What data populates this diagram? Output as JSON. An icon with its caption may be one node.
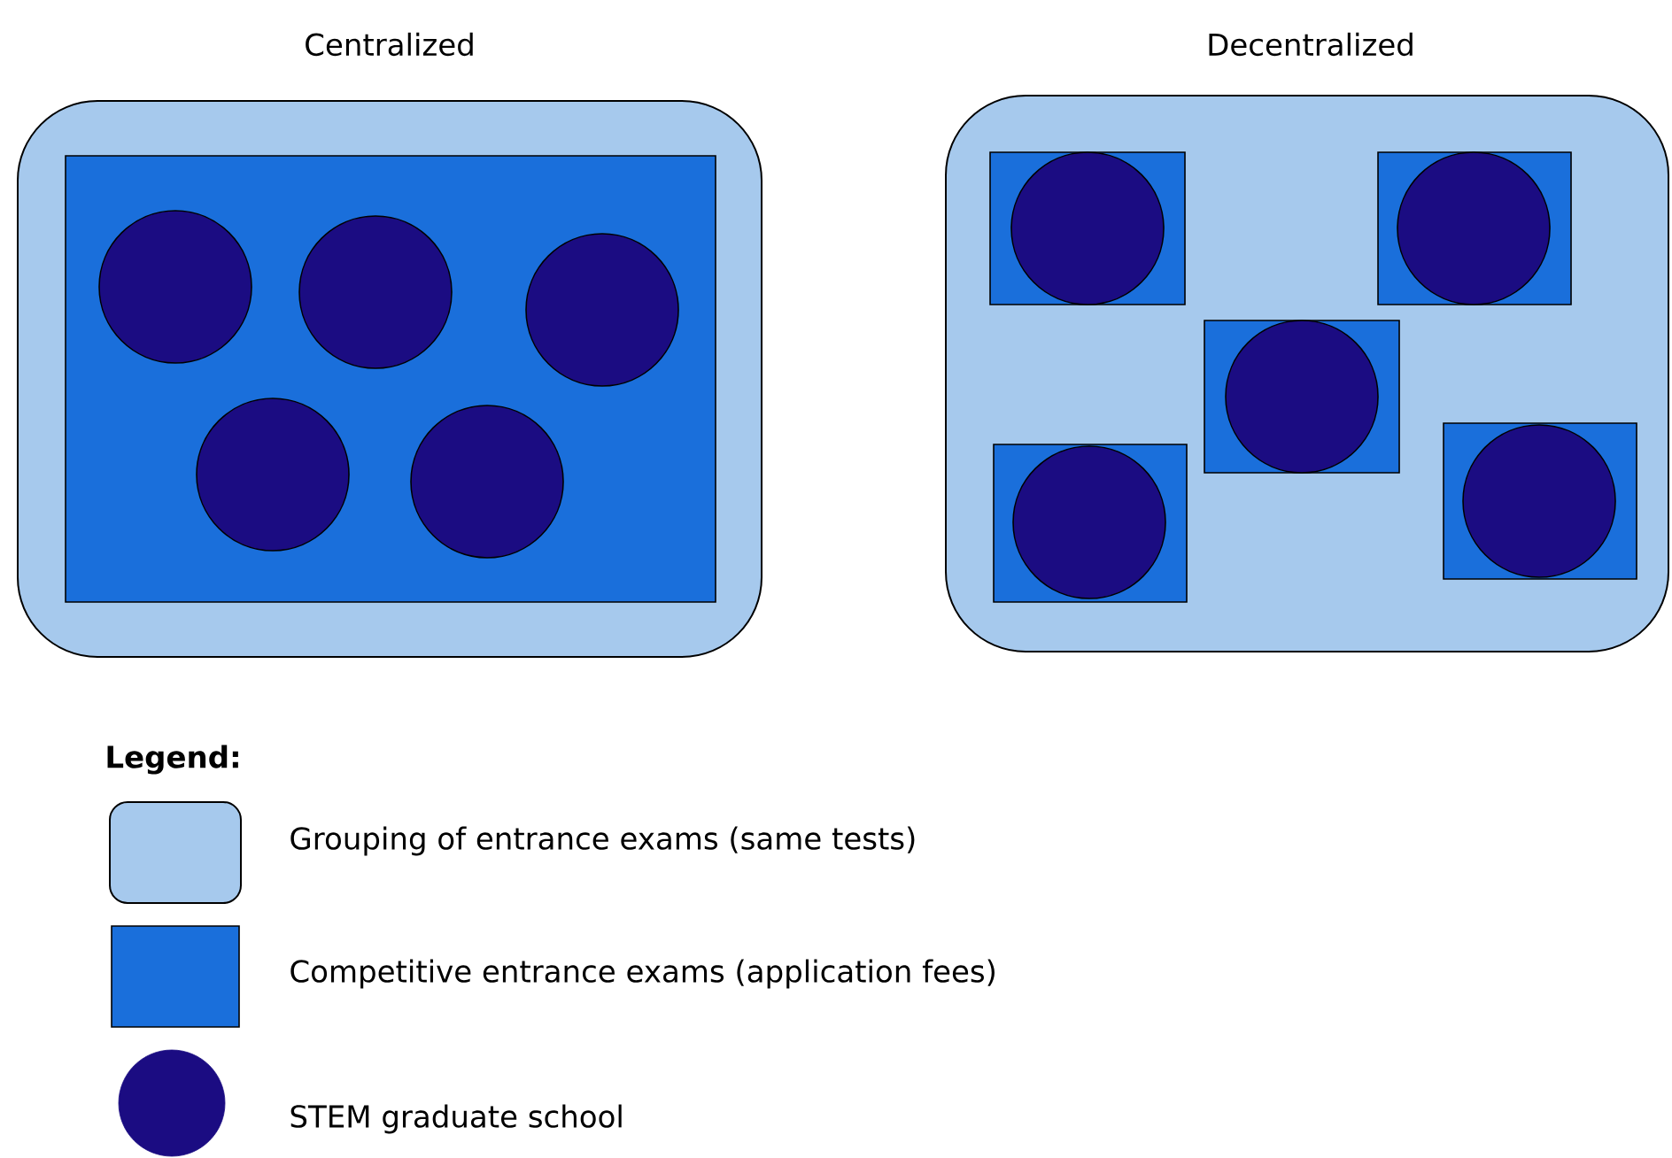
{
  "diagram": {
    "nodes": [
      {
        "text": [
          "Centralized"
        ]
      },
      {
        "text": [],
        "shape": "box",
        "in": 0
      },
      {
        "text": [],
        "shape": "circle",
        "in": 1
      },
      {
        "text": [],
        "shape": "circle",
        "in": 1
      },
      {
        "text": [],
        "shape": "circle",
        "in": 1
      },
      {
        "text": [],
        "shape": "circle",
        "in": 1
      },
      {
        "text": [],
        "shape": "circle",
        "in": 1
      },
      {
        "text": [
          "Decentralized"
        ]
      },
      {
        "text": [],
        "shape": "box",
        "in": 7
      },
      {
        "text": [],
        "shape": "circle",
        "in": 8
      },
      {
        "text": [],
        "shape": "box",
        "in": 7
      },
      {
        "text": [],
        "shape": "circle",
        "in": 10
      },
      {
        "text": [],
        "shape": "box",
        "in": 7
      },
      {
        "text": [],
        "shape": "circle",
        "in": 12
      },
      {
        "text": [],
        "shape": "box",
        "in": 7
      },
      {
        "text": [],
        "shape": "circle",
        "in": 14
      },
      {
        "text": [],
        "shape": "box",
        "in": 7
      },
      {
        "text": [],
        "shape": "circle",
        "in": 16
      }
    ],
    "labels": [
      "Legend:"
    ],
    "legend": [
      {
        "text": "Grouping of entrance exams (same tests)",
        "color": "#a6c9ed"
      },
      {
        "text": "Competitive entrance exams (application fees)",
        "color": "#1a6fdb"
      },
      {
        "text": "STEM graduate school",
        "color": "#1b0c82"
      }
    ]
  }
}
